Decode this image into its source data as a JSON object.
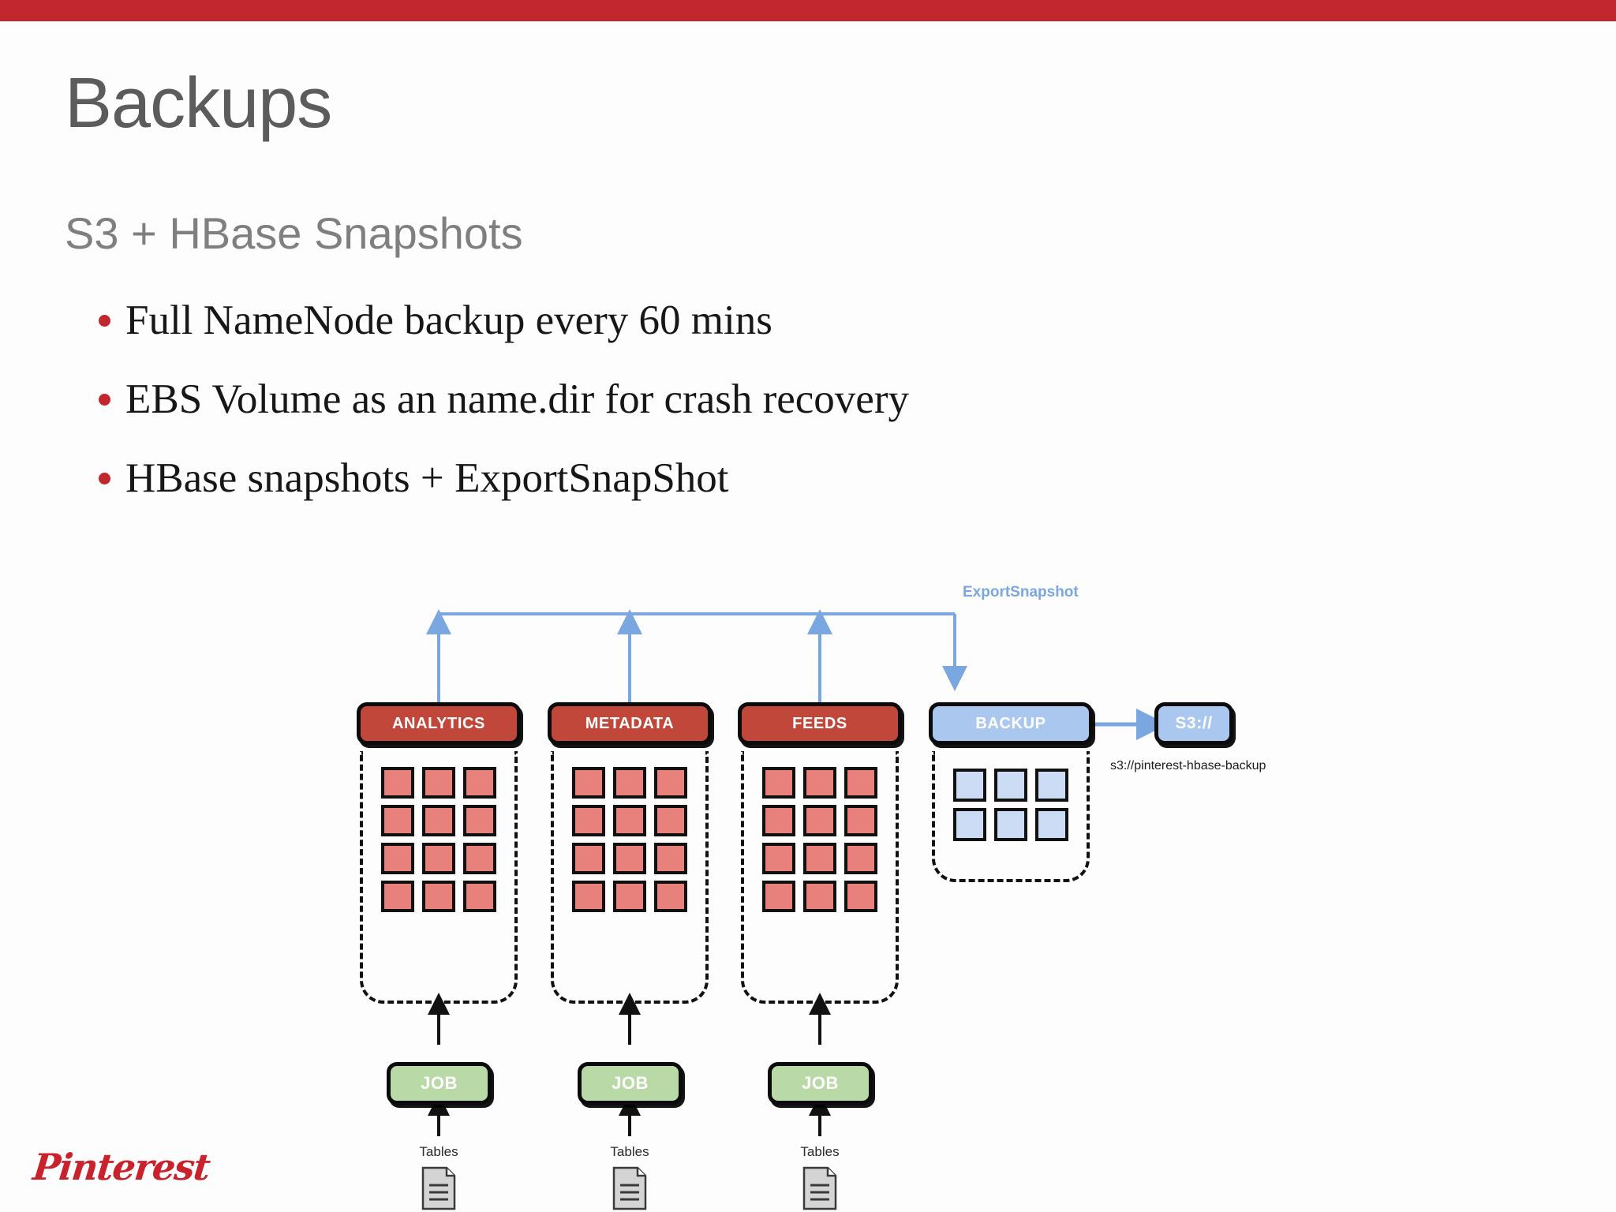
{
  "brand": {
    "bar_color": "#c1272d",
    "logo_text": "Pinterest"
  },
  "slide": {
    "title": "Backups",
    "subtitle": "S3 + HBase Snapshots",
    "title_color": "#5c5c5c",
    "subtitle_color": "#7f7f7f"
  },
  "bullets": [
    {
      "text": "Full NameNode backup every 60 mins"
    },
    {
      "text": "EBS Volume as an name.dir for crash recovery"
    },
    {
      "text": "HBase snapshots + ExportSnapShot"
    }
  ],
  "diagram": {
    "export_label": "ExportSnapshot",
    "export_label_color": "#7ba7e0",
    "arrow_color": "#7ba7e0",
    "s3_caption": "s3://pinterest-hbase-backup",
    "clusters": [
      {
        "name": "ANALYTICS",
        "color": "#c0473a",
        "kind": "red",
        "region_rows": 4,
        "region_cols": 3,
        "job_label": "JOB",
        "tables_label": "Tables"
      },
      {
        "name": "METADATA",
        "color": "#c0473a",
        "kind": "red",
        "region_rows": 4,
        "region_cols": 3,
        "job_label": "JOB",
        "tables_label": "Tables"
      },
      {
        "name": "FEEDS",
        "color": "#c0473a",
        "kind": "red",
        "region_rows": 4,
        "region_cols": 3,
        "job_label": "JOB",
        "tables_label": "Tables"
      }
    ],
    "backup": {
      "name": "BACKUP",
      "color": "#aac8ef",
      "kind": "blue",
      "region_rows": 2,
      "region_cols": 3
    },
    "s3": {
      "name": "S3://",
      "color": "#aac8ef"
    }
  }
}
